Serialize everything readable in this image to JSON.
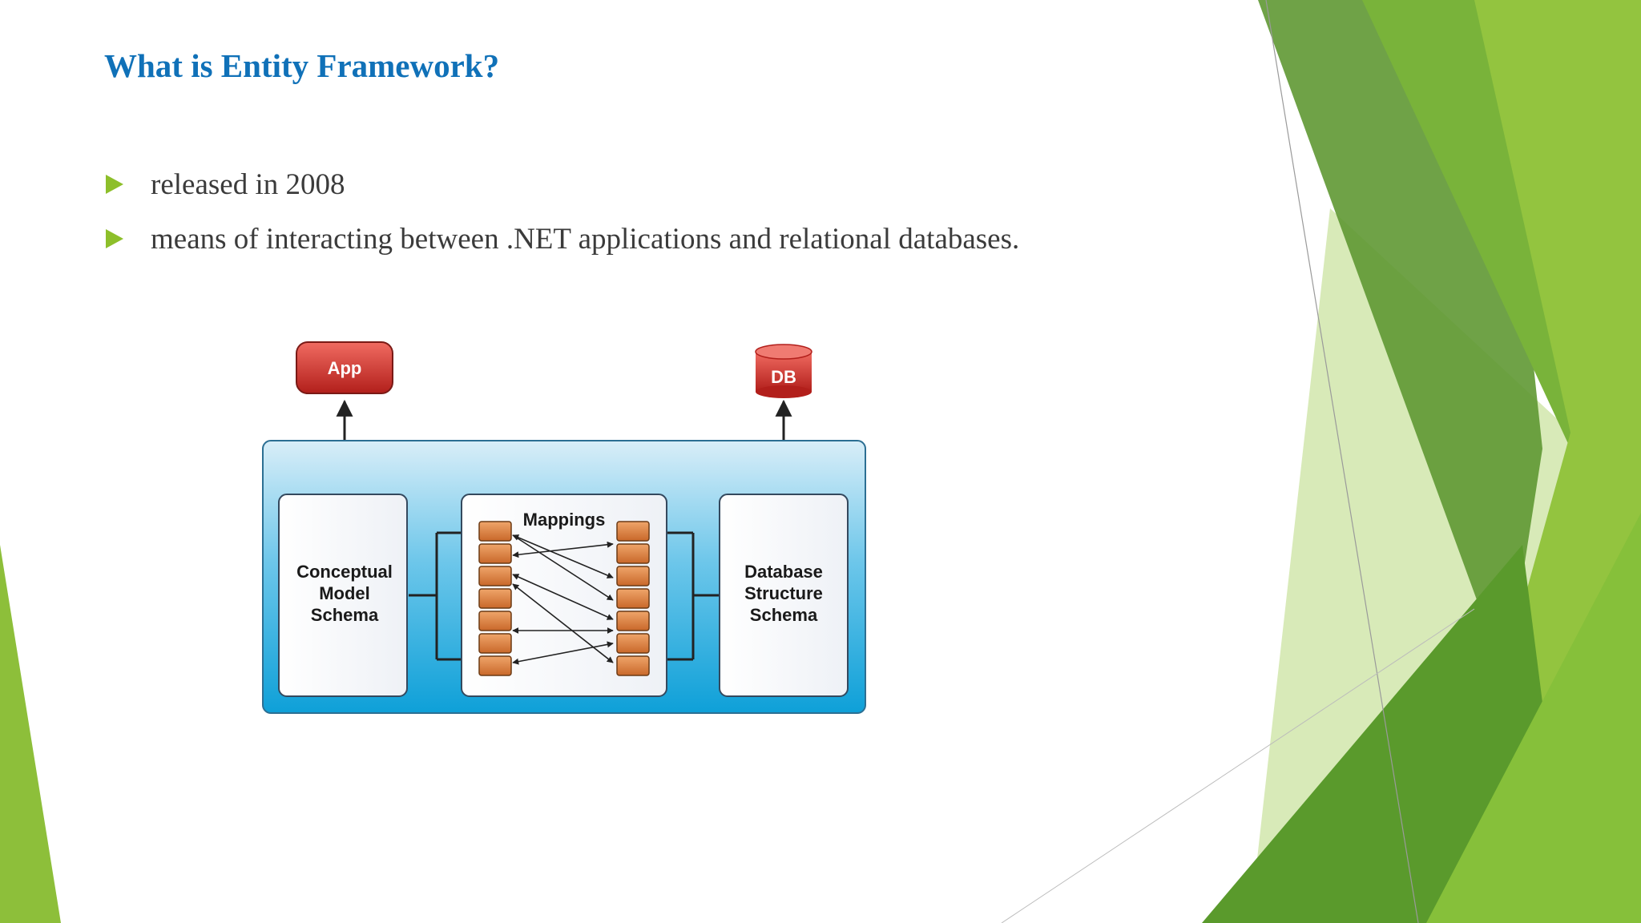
{
  "slide": {
    "title": "What is Entity Framework?",
    "bullets": [
      "released in 2008",
      "means of interacting between .NET applications and relational databases."
    ]
  },
  "diagram": {
    "app_label": "App",
    "db_label": "DB",
    "left_box": [
      "Conceptual",
      "Model",
      "Schema"
    ],
    "middle_title": "Mappings",
    "right_box": [
      "Database",
      "Structure",
      "Schema"
    ]
  },
  "colors": {
    "title": "#1071b8",
    "bullet_marker": "#8dbf2a",
    "body_text": "#3b3b3b",
    "container_blue": "#1ea7db",
    "app_red": "#c9302c",
    "mapping_orange": "#d27c34",
    "green_dark": "#4f8a2a",
    "green_mid": "#7fb53a",
    "green_light": "#c7e19a"
  }
}
